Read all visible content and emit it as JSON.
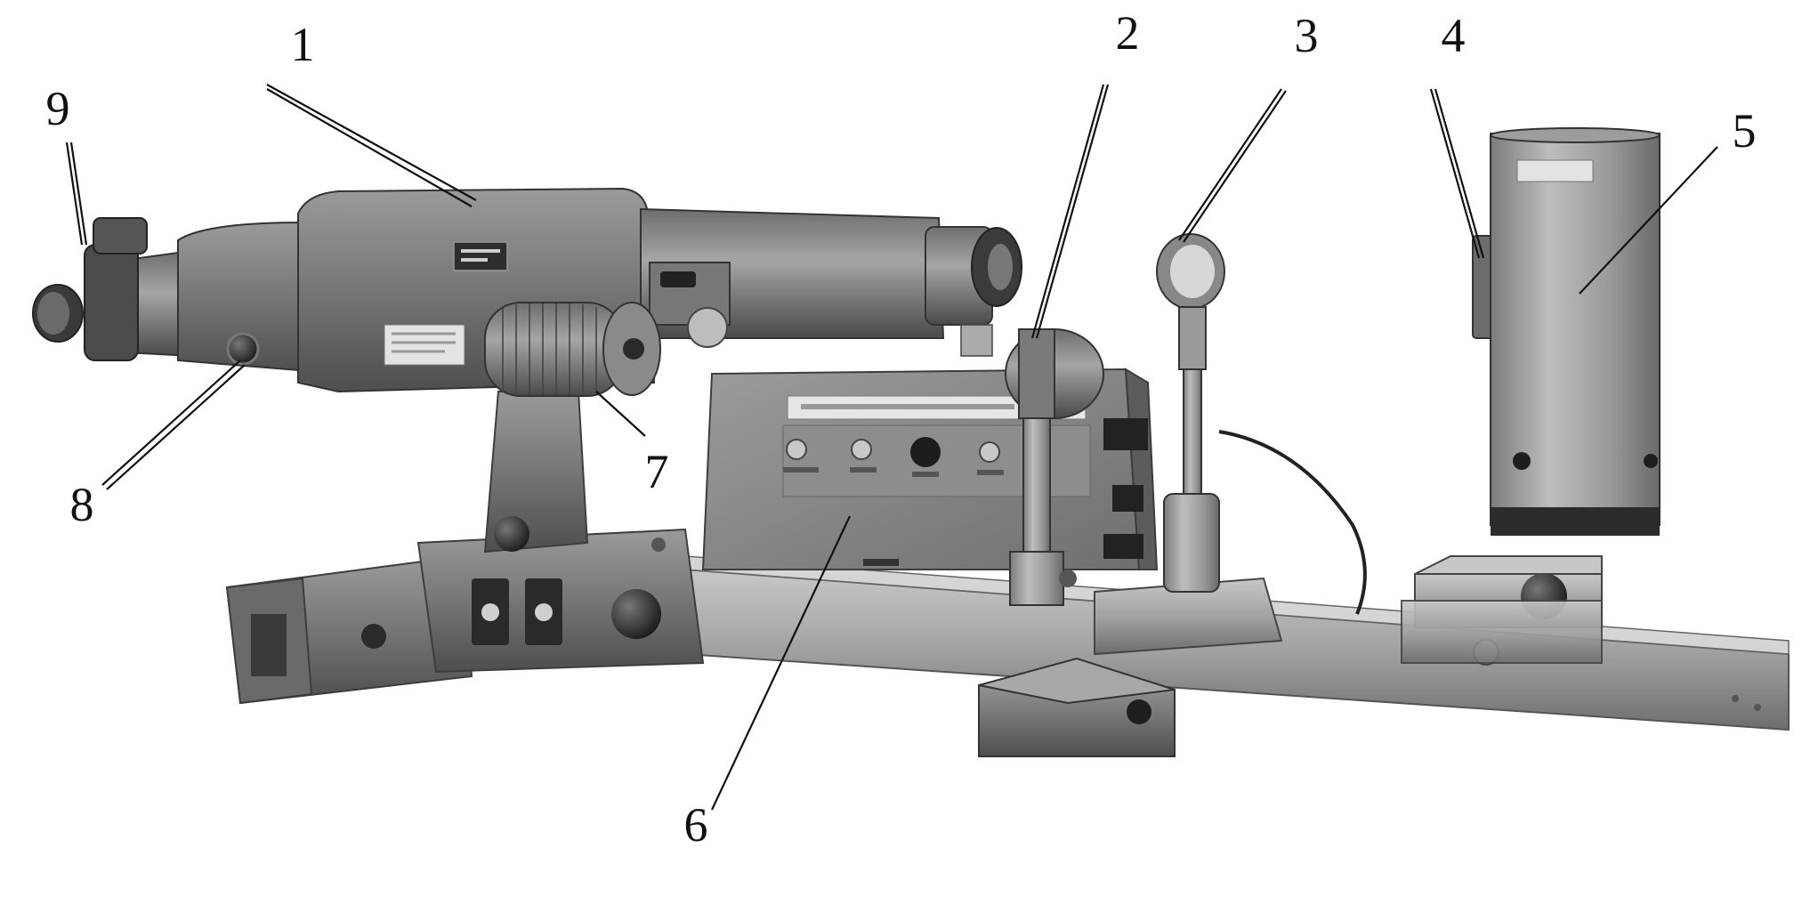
{
  "labels": [
    {
      "id": "1",
      "text": "1"
    },
    {
      "id": "2",
      "text": "2"
    },
    {
      "id": "3",
      "text": "3"
    },
    {
      "id": "4",
      "text": "4"
    },
    {
      "id": "5",
      "text": "5"
    },
    {
      "id": "6",
      "text": "6"
    },
    {
      "id": "7",
      "text": "7"
    },
    {
      "id": "8",
      "text": "8"
    },
    {
      "id": "9",
      "text": "9"
    }
  ],
  "colors": {
    "metal_dark": "#5b5b5b",
    "metal_mid": "#808080",
    "metal_light": "#b4b4b4",
    "highlight": "#d8d8d8",
    "label_ink": "#111111"
  }
}
